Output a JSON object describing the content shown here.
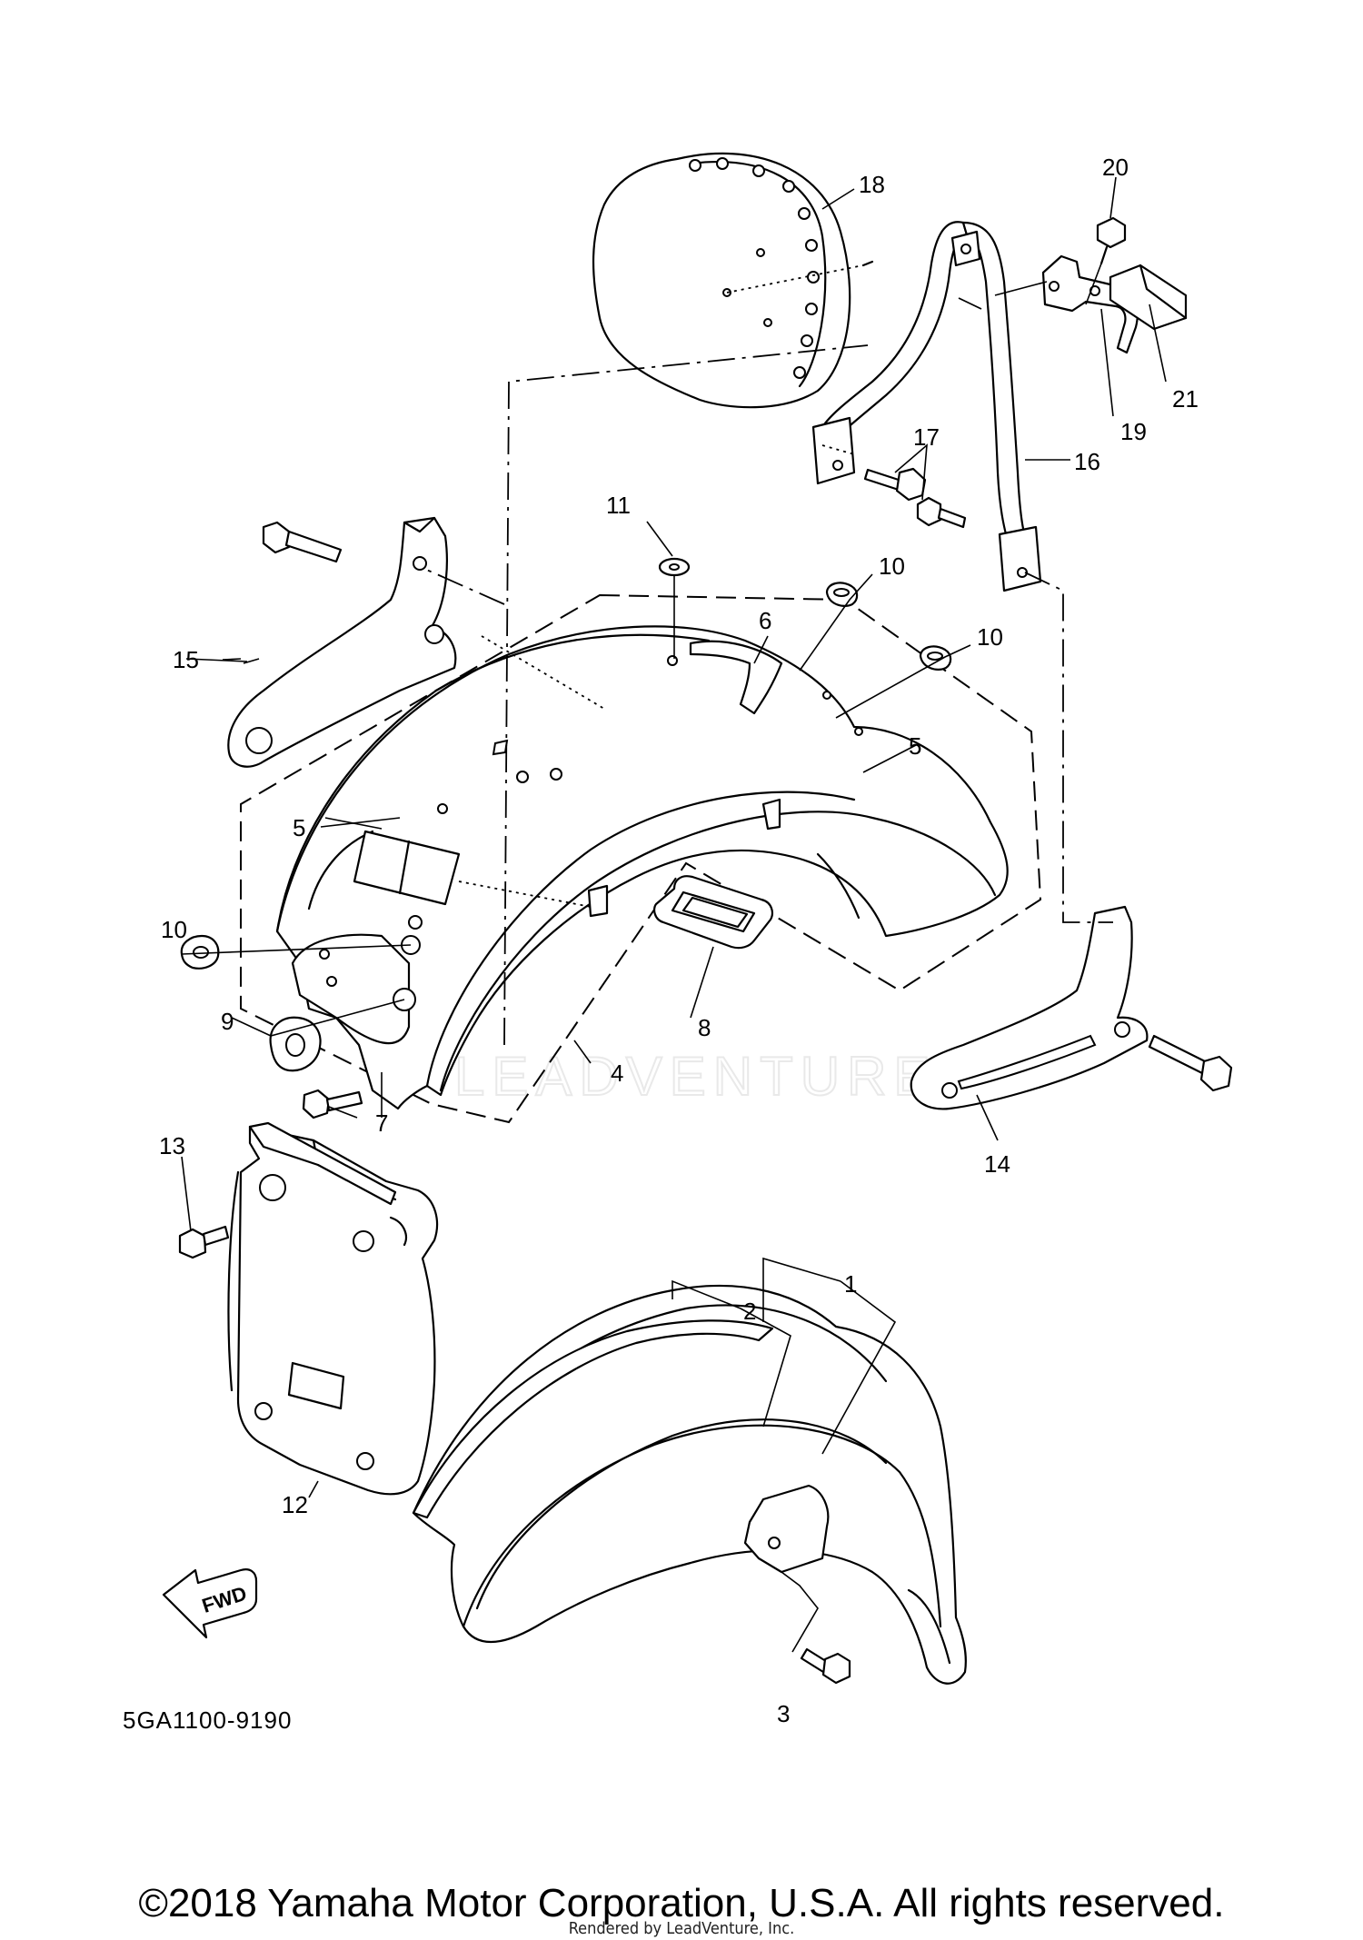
{
  "watermark": "LEADVENTURE",
  "diagram_code": "5GA1100-9190",
  "fwd_label": "FWD",
  "copyright": "©2018 Yamaha Motor Corporation, U.S.A. All rights reserved.",
  "rendered_by": "Rendered by LeadVenture, Inc.",
  "callouts": {
    "c1": "1",
    "c2": "2",
    "c3": "3",
    "c4": "4",
    "c5a": "5",
    "c5b": "5",
    "c6": "6",
    "c7": "7",
    "c8": "8",
    "c9": "9",
    "c10a": "10",
    "c10b": "10",
    "c10c": "10",
    "c11": "11",
    "c12": "12",
    "c13": "13",
    "c14": "14",
    "c15": "15",
    "c16": "16",
    "c17": "17",
    "c18": "18",
    "c19": "19",
    "c20": "20",
    "c21": "21"
  }
}
